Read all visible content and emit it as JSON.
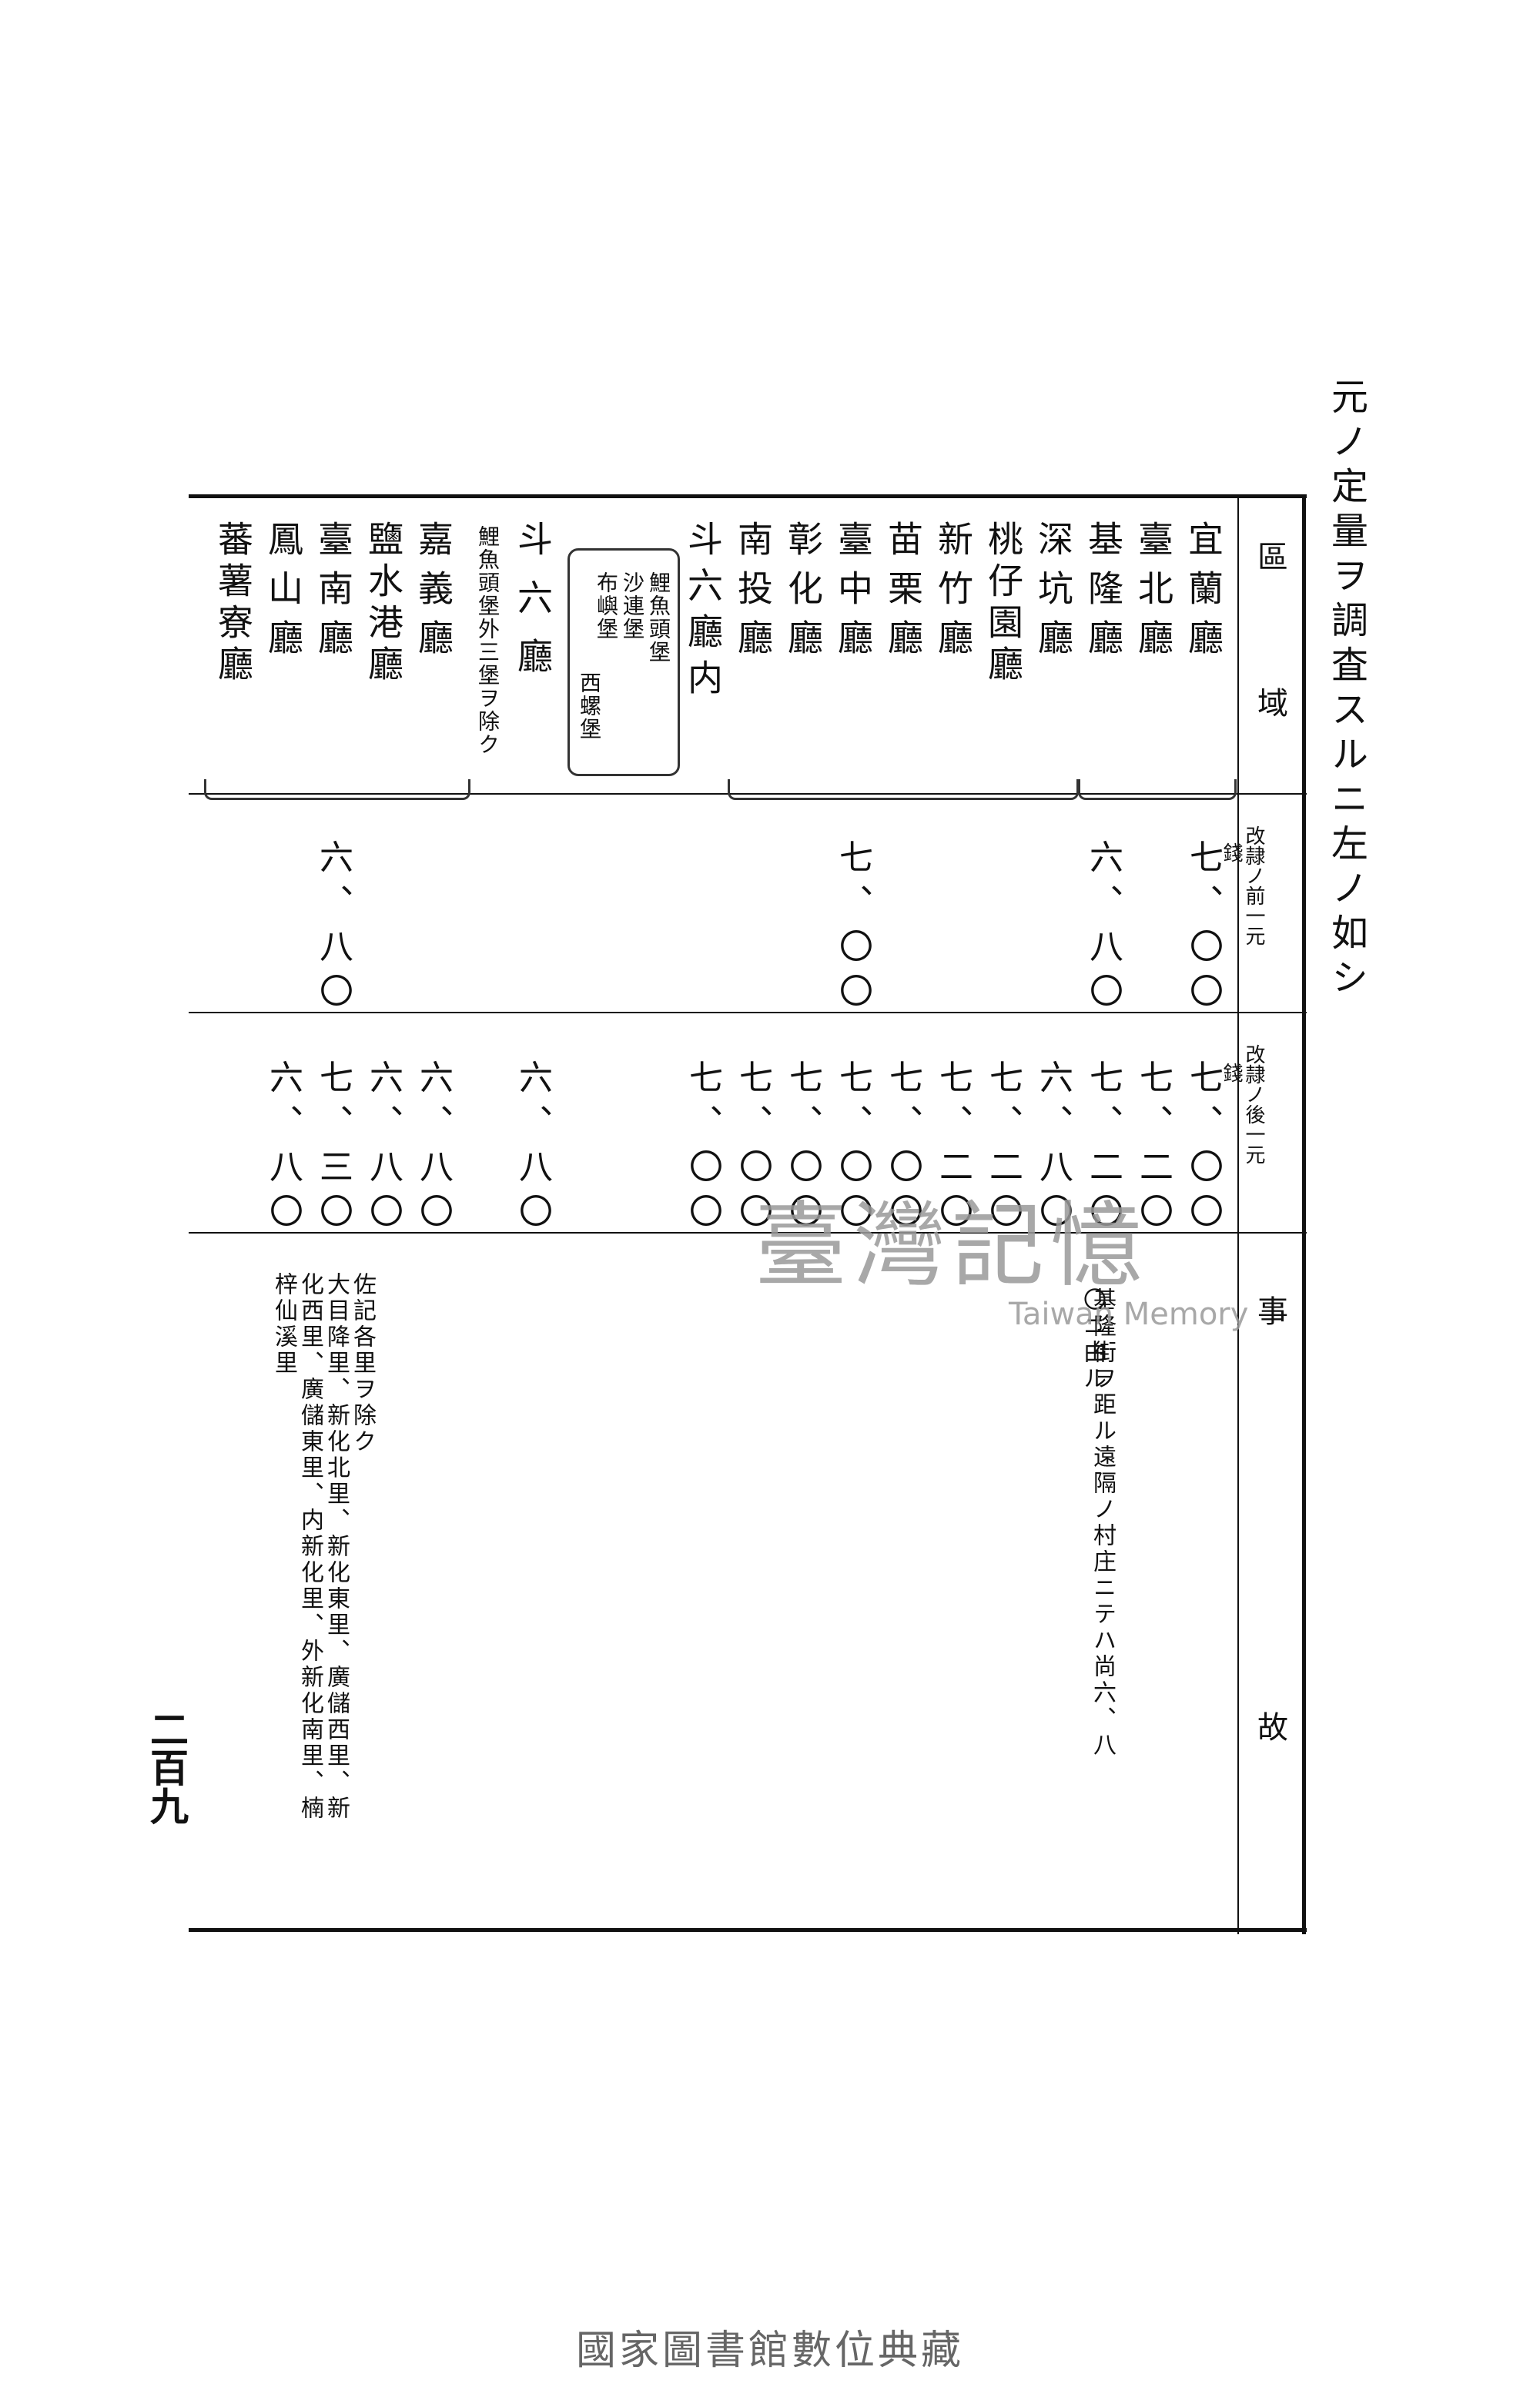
{
  "running_head": "元ノ定量ヲ調査スルニ左ノ如シ",
  "page_number": "二百九",
  "watermark": {
    "chinese": "臺灣記憶",
    "english": "Taiwan Memory"
  },
  "footer": "國家圖書館數位典藏",
  "headers": {
    "region": "區域",
    "before": "改隷ノ前一元",
    "before_note": "錢",
    "after": "改隷ノ後一元",
    "after_note": "錢",
    "reason": "事故"
  },
  "rows": [
    {
      "name": "宜蘭廳",
      "before": "七、〇〇",
      "after": "七、〇〇"
    },
    {
      "name": "臺北廳",
      "before": "",
      "after": "七、二〇"
    },
    {
      "name": "基隆廳",
      "before": "六、八〇",
      "after": "七、二〇"
    },
    {
      "name": "深坑廳",
      "before": "",
      "after": "六、八〇"
    },
    {
      "name": "桃仔園廳",
      "before": "",
      "after": "七、二〇"
    },
    {
      "name": "新竹廳",
      "before": "",
      "after": "七、二〇"
    },
    {
      "name": "苗栗廳",
      "before": "",
      "after": "七、〇〇"
    },
    {
      "name": "臺中廳",
      "before": "七、〇〇",
      "after": "七、〇〇"
    },
    {
      "name": "彰化廳",
      "before": "",
      "after": "七、〇〇"
    },
    {
      "name": "南投廳",
      "before": "",
      "after": "七、〇〇"
    },
    {
      "name": "斗六廳内",
      "before": "",
      "after": "七、〇〇"
    },
    {
      "name": "鯉魚頭堡",
      "before": "",
      "after": ""
    },
    {
      "name": "沙連堡",
      "before": "",
      "after": ""
    },
    {
      "name": "布嶼堡",
      "before": "",
      "after": ""
    },
    {
      "name": "西螺堡",
      "before": "",
      "after": ""
    },
    {
      "name": "斗六廳",
      "before": "",
      "after": "六、八〇"
    },
    {
      "name": "鯉魚頭堡外三堡ヲ除ク",
      "before": "",
      "after": ""
    },
    {
      "name": "嘉義廳",
      "before": "",
      "after": "六、八〇"
    },
    {
      "name": "鹽水港廳",
      "before": "",
      "after": "六、八〇"
    },
    {
      "name": "臺南廳",
      "before": "六、八〇",
      "after": "七、三〇"
    },
    {
      "name": "鳳山廳",
      "before": "",
      "after": "六、八〇"
    },
    {
      "name": "蕃薯寮廳",
      "before": "",
      "after": ""
    }
  ],
  "keelung_note_line1": "基隆街ヲ距ル遠隔ノ村庄ニテハ尚六、八",
  "keelung_note_line2": "〇ニ由ル",
  "tainan_note": [
    "佐記各里ヲ除ク",
    "大目降里、新化北里、新化東里、廣儲西里、新",
    "化西里、廣儲東里、内新化里、外新化南里、楠",
    "梓仙溪里"
  ]
}
